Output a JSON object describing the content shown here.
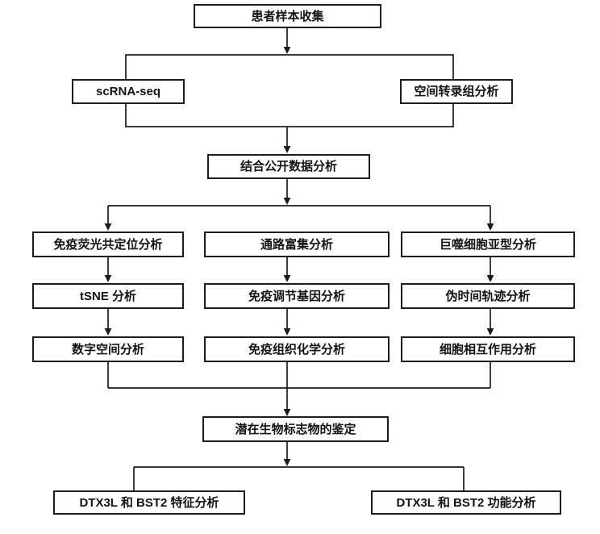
{
  "nodes": {
    "collect": "患者样本收集",
    "scrna": "scRNA-seq",
    "spatial": "空间转录组分析",
    "combine": "结合公开数据分析",
    "col1_row1": "免疫荧光共定位分析",
    "col1_row2": "tSNE 分析",
    "col1_row3": "数字空间分析",
    "col2_row1": "通路富集分析",
    "col2_row2": "免疫调节基因分析",
    "col2_row3": "免疫组织化学分析",
    "col3_row1": "巨噬细胞亚型分析",
    "col3_row2": "伪时间轨迹分析",
    "col3_row3": "细胞相互作用分析",
    "identify": "潜在生物标志物的鉴定",
    "feature": "DTX3L 和 BST2 特征分析",
    "function": "DTX3L 和 BST2 功能分析"
  },
  "colors": {
    "line": "#1c1c1c",
    "box_border": "#1c1c1c",
    "text": "#131313",
    "background": "#ffffff"
  }
}
